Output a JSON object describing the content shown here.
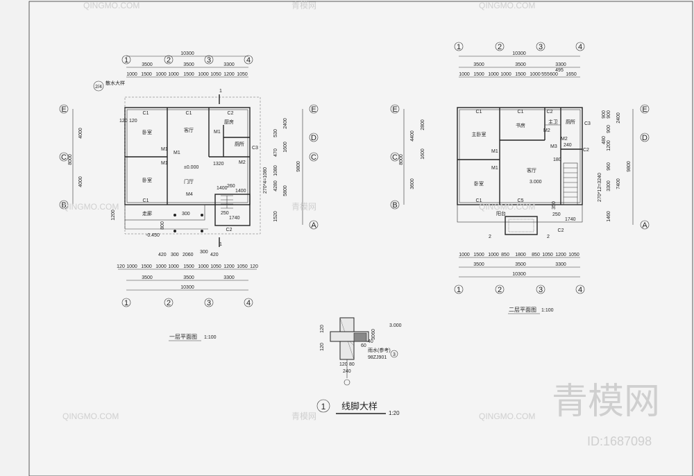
{
  "plans": {
    "first": {
      "title": "一层平面图",
      "scale": "1:100",
      "axes_h": [
        "1",
        "2",
        "3",
        "4"
      ],
      "axes_v": [
        "E",
        "D",
        "C",
        "B",
        "A"
      ],
      "total_width": "10300",
      "bays": [
        "3500",
        "3500",
        "3300"
      ],
      "subdims": [
        "1000",
        "1500",
        "1000",
        "1000",
        "1500",
        "1000",
        "1050",
        "1200",
        "1050"
      ],
      "bottom_subdims": [
        "120",
        "1000",
        "1500",
        "1000",
        "1000",
        "1500",
        "1000",
        "1050",
        "1200",
        "1050",
        "120"
      ],
      "door_dims": [
        "420",
        "300",
        "2060",
        "300",
        "420"
      ],
      "left_total": "8000",
      "left_dims": [
        "4000",
        "4000"
      ],
      "right_total": "9800",
      "right_dims": [
        "2400",
        "530",
        "1600",
        "470",
        "1080",
        "4280",
        "5800",
        "1520"
      ],
      "rooms": [
        "卧室",
        "客厅",
        "厨房",
        "卧室",
        "门厅",
        "厕所",
        "走廊"
      ],
      "doors": [
        "M1",
        "M1",
        "M1",
        "M1",
        "M4",
        "M2"
      ],
      "windows": [
        "C1",
        "C1",
        "C2",
        "C1",
        "C2",
        "C3"
      ],
      "levels": [
        "±0.000",
        "-0.450"
      ],
      "stair": "270*4=1080",
      "stair_dims": [
        "1400",
        "260",
        "1400",
        "1740",
        "250",
        "1320"
      ],
      "misc": [
        "120",
        "120",
        "1200",
        "800",
        "300",
        "1",
        "2/4",
        "散水大样"
      ]
    },
    "second": {
      "title": "二层平面图",
      "scale": "1:100",
      "axes_h": [
        "1",
        "2",
        "3",
        "4"
      ],
      "axes_v": [
        "E",
        "D",
        "C",
        "B",
        "A"
      ],
      "total_width": "10300",
      "bays": [
        "3500",
        "3500",
        "3300"
      ],
      "subdims": [
        "1000",
        "1500",
        "1000",
        "1000",
        "1500",
        "1000",
        "555",
        "600",
        "495",
        "1650"
      ],
      "bottom_subdims": [
        "1000",
        "1500",
        "1000",
        "850",
        "1800",
        "850",
        "1050",
        "1200",
        "1050"
      ],
      "left_total": "8000",
      "left_dims": [
        "4400",
        "3600",
        "2800",
        "1600"
      ],
      "right_total": "9800",
      "right_dims": [
        "2400",
        "7400",
        "900",
        "900",
        "1200",
        "480",
        "960",
        "3300",
        "1460",
        "900"
      ],
      "rooms": [
        "主卧室",
        "书房",
        "主卫",
        "厕所",
        "客厅",
        "卧室",
        "阳台"
      ],
      "doors": [
        "M1",
        "M1",
        "M2",
        "M2",
        "M3"
      ],
      "windows": [
        "C1",
        "C1",
        "C2",
        "C3",
        "C1",
        "C5",
        "C2",
        "C2"
      ],
      "levels": [
        "3.000"
      ],
      "stair": "270*12=3240",
      "stair_dims": [
        "1740",
        "250",
        "180",
        "240"
      ],
      "misc": [
        "2",
        "2",
        "350"
      ]
    }
  },
  "detail": {
    "number": "1",
    "title": "线脚大样",
    "scale": "1:20",
    "dims": [
      "120",
      "120",
      "120",
      "240",
      "60",
      "30",
      "40",
      "60",
      "80"
    ],
    "level": "3.000",
    "note": "雨水(参考)",
    "ref": "98ZJ901",
    "ref_mark": "3"
  },
  "watermark": {
    "brand": "青模网",
    "site": "QINGMO.COM",
    "large": "青模网",
    "id": "ID:1687098"
  }
}
